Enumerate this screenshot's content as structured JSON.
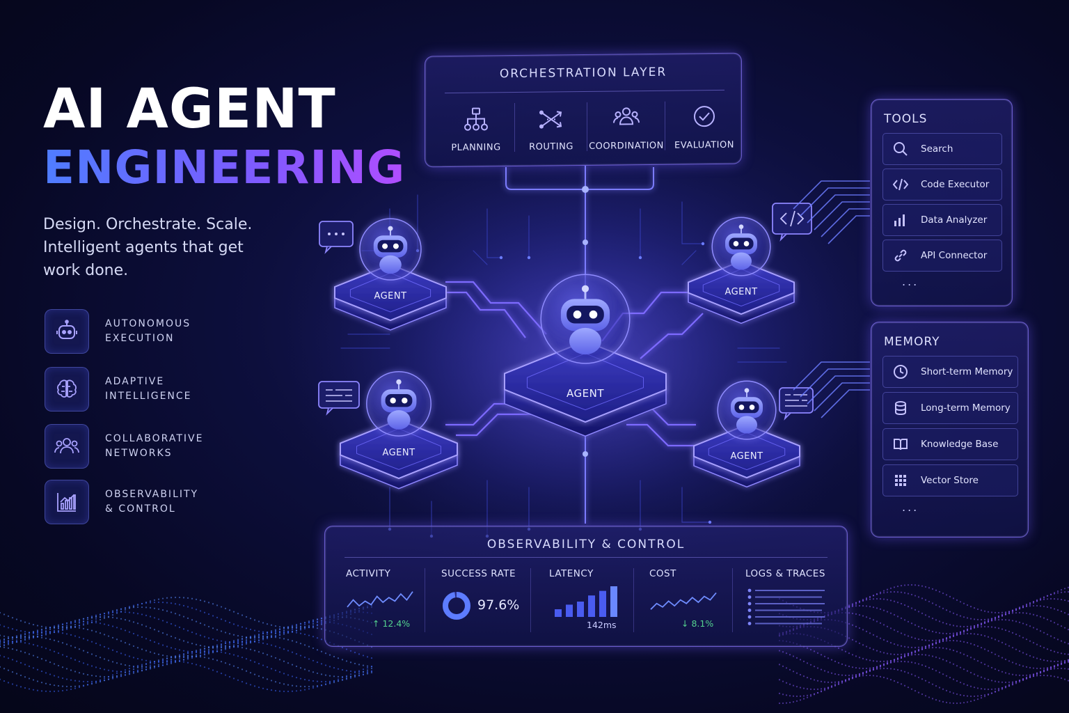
{
  "hero": {
    "title_line1": "AI AGENT",
    "title_line2": "ENGINEERING",
    "subtitle_lines": [
      "Design. Orchestrate. Scale.",
      "Intelligent agents that get",
      "work done."
    ]
  },
  "features": [
    {
      "line1": "AUTONOMOUS",
      "line2": "EXECUTION",
      "icon": "robot-icon"
    },
    {
      "line1": "ADAPTIVE",
      "line2": "INTELLIGENCE",
      "icon": "brain-icon"
    },
    {
      "line1": "COLLABORATIVE",
      "line2": "NETWORKS",
      "icon": "users-icon"
    },
    {
      "line1": "OBSERVABILITY",
      "line2": "& CONTROL",
      "icon": "bar-chart-icon"
    }
  ],
  "orchestration": {
    "title": "ORCHESTRATION LAYER",
    "items": [
      {
        "label": "PLANNING",
        "icon": "hierarchy-icon"
      },
      {
        "label": "ROUTING",
        "icon": "routing-arrows-icon"
      },
      {
        "label": "COORDINATION",
        "icon": "team-icon"
      },
      {
        "label": "EVALUATION",
        "icon": "check-circle-icon"
      }
    ]
  },
  "agents": {
    "center_label": "AGENT",
    "top_left_label": "AGENT",
    "bottom_left_label": "AGENT",
    "top_right_label": "AGENT",
    "bottom_right_label": "AGENT"
  },
  "tools": {
    "title": "TOOLS",
    "items": [
      {
        "label": "Search",
        "icon": "search-icon"
      },
      {
        "label": "Code Executor",
        "icon": "code-icon"
      },
      {
        "label": "Data Analyzer",
        "icon": "bar-chart-icon"
      },
      {
        "label": "API Connector",
        "icon": "link-icon"
      }
    ],
    "more": "..."
  },
  "memory": {
    "title": "MEMORY",
    "items": [
      {
        "label": "Short-term Memory",
        "icon": "clock-icon"
      },
      {
        "label": "Long-term Memory",
        "icon": "database-icon"
      },
      {
        "label": "Knowledge Base",
        "icon": "book-icon"
      },
      {
        "label": "Vector Store",
        "icon": "grid-icon"
      }
    ],
    "more": "..."
  },
  "observability": {
    "title": "OBSERVABILITY & CONTROL",
    "activity": {
      "label": "ACTIVITY",
      "delta": "↑ 12.4%",
      "trend": [
        0.3,
        0.6,
        0.35,
        0.55,
        0.4,
        0.75,
        0.5,
        0.7,
        0.55,
        0.85,
        0.6,
        0.95
      ]
    },
    "success_rate": {
      "label": "SUCCESS RATE",
      "value": "97.6%",
      "fraction": 0.976
    },
    "latency": {
      "label": "LATENCY",
      "value": "142ms",
      "bars": [
        0.25,
        0.4,
        0.5,
        0.7,
        0.85,
        1.0
      ]
    },
    "cost": {
      "label": "COST",
      "delta": "↓ 8.1%",
      "trend": [
        0.2,
        0.45,
        0.3,
        0.55,
        0.35,
        0.6,
        0.45,
        0.7,
        0.5,
        0.75,
        0.6,
        0.9
      ]
    },
    "logs": {
      "label": "LOGS & TRACES",
      "rows": 6
    }
  },
  "colors": {
    "accent_blue": "#4f7dff",
    "accent_purple": "#9a5cff",
    "positive": "#54d28e",
    "glow": "#6f63ff"
  }
}
